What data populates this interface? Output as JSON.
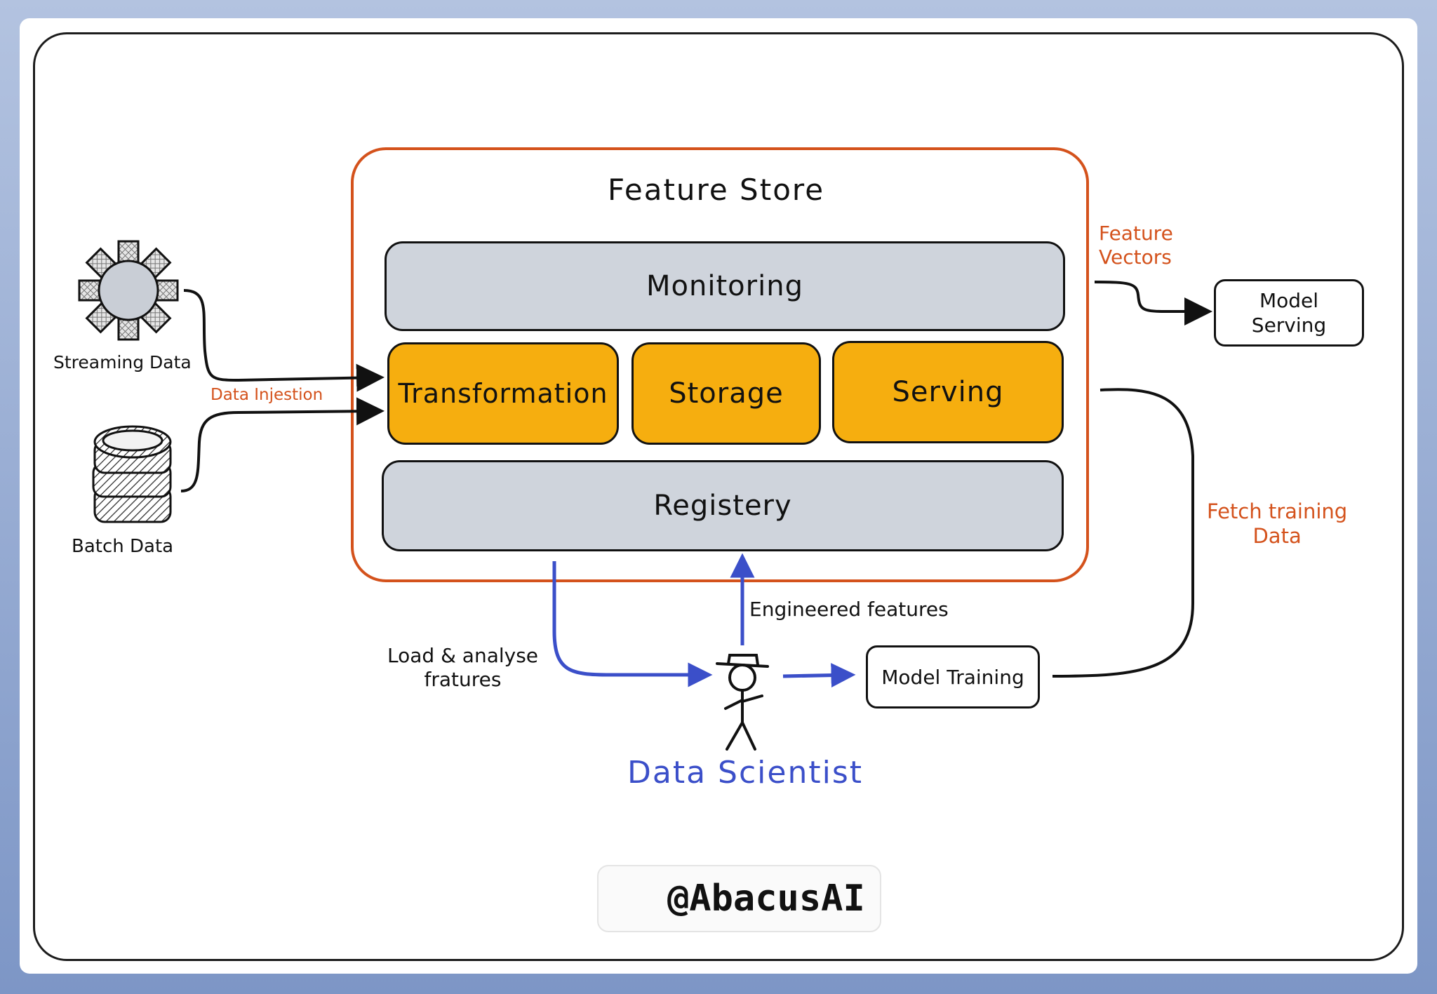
{
  "feature_store": {
    "title": "Feature Store",
    "blocks": {
      "monitoring": "Monitoring",
      "transformation": "Transformation",
      "storage": "Storage",
      "serving": "Serving",
      "registry": "Registery"
    }
  },
  "sources": {
    "streaming": "Streaming Data",
    "batch": "Batch Data",
    "ingestion_label": "Data Injestion"
  },
  "outputs": {
    "feature_vectors": [
      "Feature",
      "Vectors"
    ],
    "model_serving": [
      "Model",
      "Serving"
    ],
    "fetch_training": [
      "Fetch training",
      "Data"
    ],
    "model_training": "Model Training"
  },
  "scientist": {
    "name": "Data Scientist",
    "load_label": [
      "Load & analyse",
      "fratures"
    ],
    "engineered_label": "Engineered features"
  },
  "branding": {
    "handle": "@AbacusAI"
  },
  "colors": {
    "accent_orange": "#d4521c",
    "block_gold": "#f6ae0f",
    "block_gray": "#cfd4dc",
    "scientist_blue": "#3b4fc9"
  }
}
